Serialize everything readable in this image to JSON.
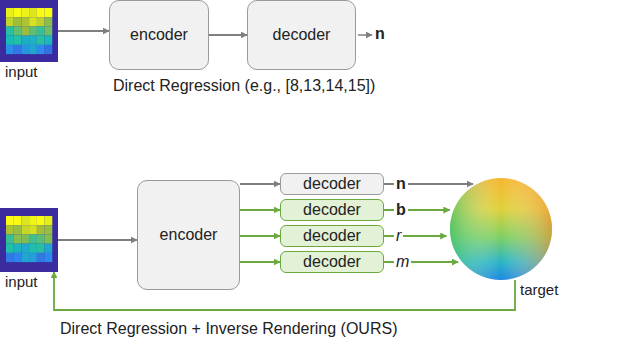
{
  "diagram": {
    "nodes": [
      {
        "text": [
          "input"
        ]
      },
      {
        "text": [
          "encoder"
        ]
      },
      {
        "text": [
          "decoder"
        ]
      },
      {
        "text": [
          "input"
        ]
      },
      {
        "text": [
          "encoder"
        ]
      },
      {
        "text": [
          "decoder"
        ]
      },
      {
        "text": [
          "decoder"
        ]
      },
      {
        "text": [
          "decoder"
        ]
      },
      {
        "text": [
          "decoder"
        ]
      },
      {
        "text": [
          "target"
        ]
      }
    ],
    "edges": [
      {
        "from": 0,
        "to": 1,
        "arrow": "to"
      },
      {
        "from": 1,
        "to": 2,
        "arrow": "to"
      },
      {
        "from": 3,
        "to": 4,
        "arrow": "to"
      },
      {
        "from": 4,
        "to": 5,
        "arrow": "to"
      },
      {
        "from": 4,
        "to": 6,
        "arrow": "to"
      },
      {
        "from": 4,
        "to": 7,
        "arrow": "to"
      },
      {
        "from": 4,
        "to": 8,
        "arrow": "to"
      },
      {
        "from": 5,
        "to": 9,
        "label": "n",
        "arrow": "to"
      },
      {
        "from": 6,
        "to": 9,
        "label": "b",
        "arrow": "to"
      },
      {
        "from": 7,
        "to": 9,
        "label": "r",
        "arrow": "to"
      },
      {
        "from": 8,
        "to": 9,
        "label": "m",
        "arrow": "to"
      },
      {
        "from": 9,
        "to": 3,
        "arrow": "to"
      }
    ],
    "labels": [
      "n",
      "Direct Regression (e.g., [8,13,14,15])",
      "Direct Regression + Inverse Rendering (OURS)"
    ]
  }
}
